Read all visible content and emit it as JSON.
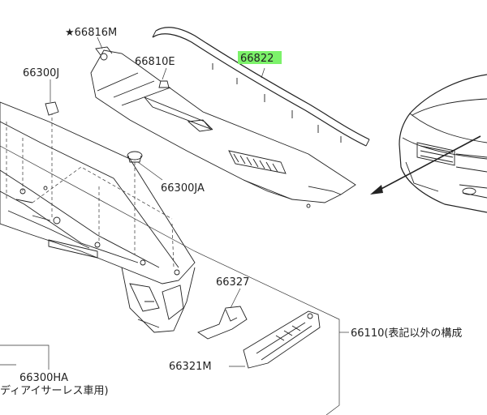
{
  "diagram": {
    "highlight_color": "#7cf26a",
    "labels": {
      "p66816m": "★66816M",
      "p66810e": "66810E",
      "p66822": "66822",
      "p66300j": "66300J",
      "p66300ja": "66300JA",
      "p66327": "66327",
      "p66110": "66110(表記以外の構成",
      "p66321m": "66321M",
      "p66300ha": "66300HA",
      "note_ha": "ディアイサーレス車用)"
    }
  }
}
